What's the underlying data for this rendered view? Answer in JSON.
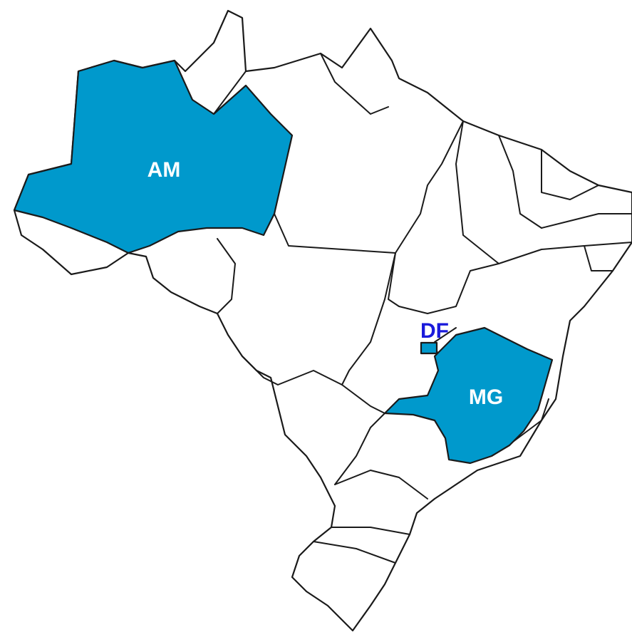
{
  "map": {
    "highlight_color": "#0099cc",
    "outline_color": "#1a1a1a",
    "highlighted": [
      {
        "id": "AM",
        "label": "AM",
        "label_color": "#ffffff"
      },
      {
        "id": "MG",
        "label": "MG",
        "label_color": "#ffffff"
      },
      {
        "id": "DF",
        "label": "DF",
        "label_color": "#1a1adb"
      }
    ]
  }
}
